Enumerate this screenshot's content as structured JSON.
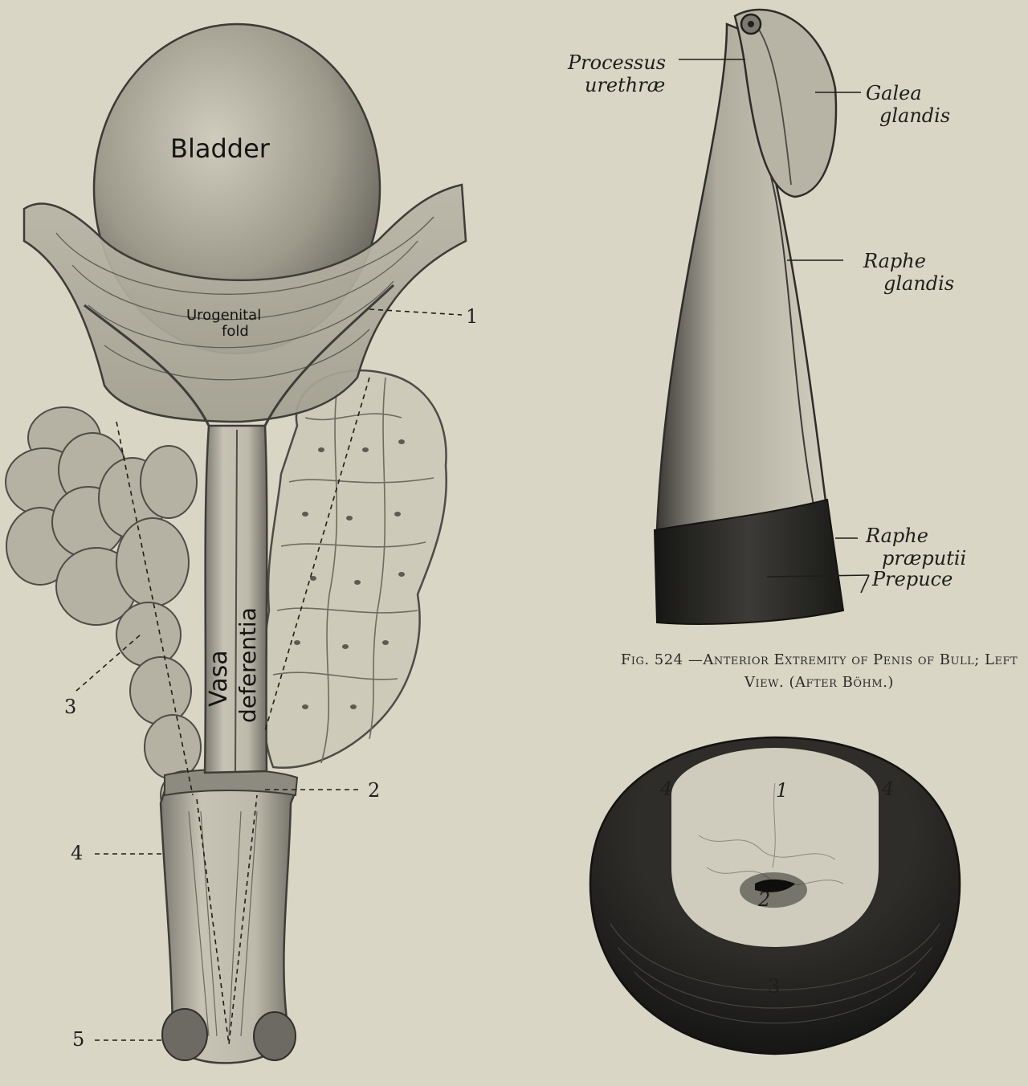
{
  "left_figure": {
    "labels": {
      "bladder": "Bladder",
      "urogenital_fold_1": "Urogenital",
      "urogenital_fold_2": "fold",
      "vasa_1": "Vasa",
      "vasa_2": "deferentia"
    },
    "callouts": [
      "1",
      "2",
      "3",
      "4",
      "5"
    ]
  },
  "right_top_figure": {
    "labels": {
      "processus_1": "Processus",
      "processus_2": "urethræ",
      "galea_1": "Galea",
      "galea_2": "glandis",
      "raphe_glandis_1": "Raphe",
      "raphe_glandis_2": "glandis",
      "raphe_preputii_1": "Raphe",
      "raphe_preputii_2": "præputii",
      "prepuce": "Prepuce"
    },
    "caption_line1": "Fig. 524 —Anterior Extremity of Penis of Bull; Left",
    "caption_line2": "View.   (After Böhm.)"
  },
  "right_bottom_figure": {
    "callouts": [
      "1",
      "2",
      "3",
      "4",
      "4"
    ]
  },
  "colors": {
    "background": "#d9d6c6",
    "ink": "#1e1e1a",
    "tissue_light": "#cfccbd",
    "tissue_mid": "#a9a697",
    "tissue_dark": "#3a3a36"
  }
}
